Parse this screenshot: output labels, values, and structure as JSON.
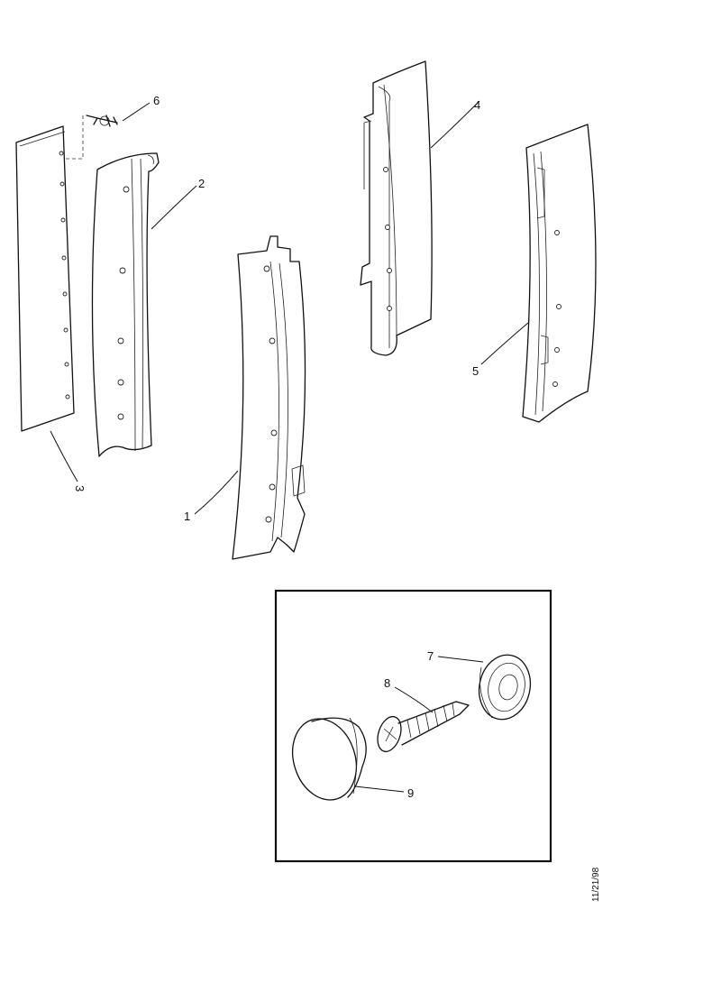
{
  "callouts": {
    "part_1": "1",
    "part_2": "2",
    "part_3": "3",
    "part_4": "4",
    "part_5": "5",
    "part_6": "6",
    "part_7": "7",
    "part_8": "8",
    "part_9": "9"
  },
  "figure_code": "11/21/98"
}
